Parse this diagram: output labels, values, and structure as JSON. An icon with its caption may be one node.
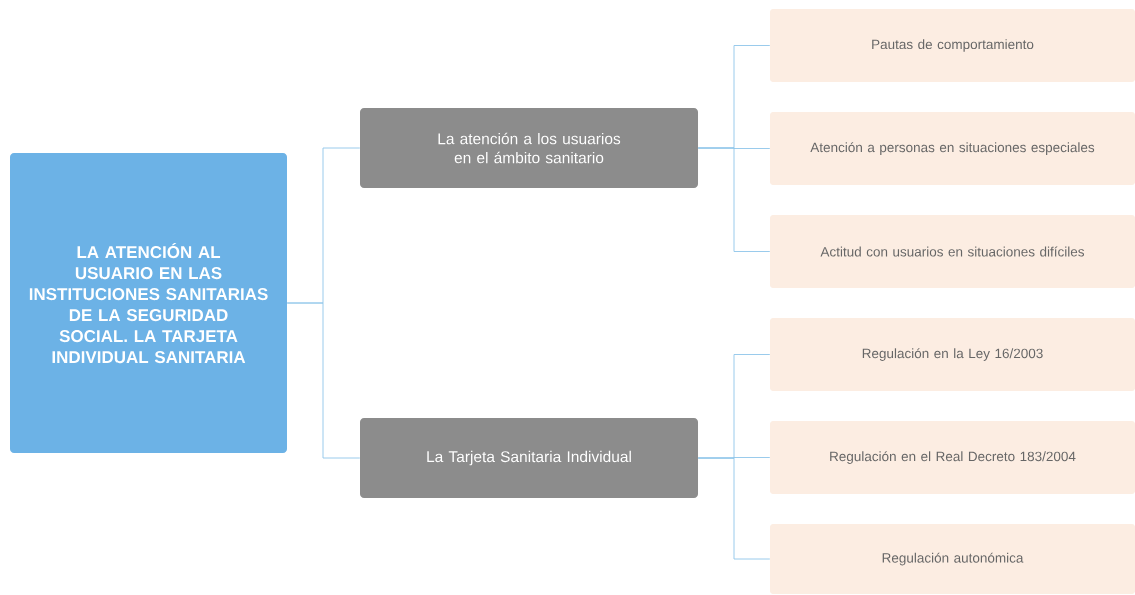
{
  "diagram": {
    "nodes": [
      {
        "text": [
          "LA ATENCIÓN AL USUARIO EN LAS INSTITUCIONES SANITARIAS DE LA SEGURIDAD SOCIAL. LA TARJETA INDIVIDUAL SANITARIA"
        ]
      },
      {
        "text": [
          "La atención a los usuarios en el ámbito sanitario"
        ]
      },
      {
        "text": [
          "La Tarjeta Sanitaria Individual"
        ]
      },
      {
        "text": [
          "Pautas de comportamiento"
        ]
      },
      {
        "text": [
          "Atención a personas en situaciones especiales"
        ]
      },
      {
        "text": [
          "Actitud con usuarios en situaciones difíciles"
        ]
      },
      {
        "text": [
          "Regulación en la Ley 16/2003"
        ]
      },
      {
        "text": [
          "Regulación en el Real Decreto 183/2004"
        ]
      },
      {
        "text": [
          "Regulación autonómica"
        ]
      }
    ],
    "edges": [
      {
        "from": 0,
        "to": 1,
        "arrow": "none"
      },
      {
        "from": 0,
        "to": 2,
        "arrow": "none"
      },
      {
        "from": 1,
        "to": 3,
        "arrow": "none"
      },
      {
        "from": 1,
        "to": 4,
        "arrow": "none"
      },
      {
        "from": 1,
        "to": 5,
        "arrow": "none"
      },
      {
        "from": 2,
        "to": 6,
        "arrow": "none"
      },
      {
        "from": 2,
        "to": 7,
        "arrow": "none"
      },
      {
        "from": 2,
        "to": 8,
        "arrow": "none"
      }
    ]
  }
}
